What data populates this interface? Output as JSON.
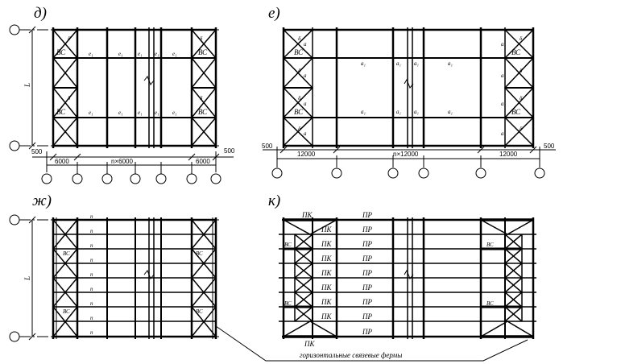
{
  "panels": {
    "d": {
      "letter": "д)",
      "span_label": "L",
      "brace_label": "ВС",
      "diag_label": "δ",
      "strut_label": "e₁",
      "dims": {
        "edge_left": "500",
        "edge_right": "500",
        "pitch_left": "6000",
        "pitch_mid": "n×6000",
        "pitch_right": "6000"
      }
    },
    "e": {
      "letter": "е)",
      "brace_label": "ВС",
      "diag_label": "δ",
      "side_label": "a",
      "strut_label": "a₁",
      "dims": {
        "edge_left": "500",
        "edge_right": "500",
        "pitch_left": "12000",
        "pitch_mid": "n×12000",
        "pitch_right": "12000"
      }
    },
    "zh": {
      "letter": "ж)",
      "span_label": "L",
      "row_label": "n",
      "brace_label": "ВС"
    },
    "k": {
      "letter": "к)",
      "pk_label": "ПК",
      "pr_label": "ПР",
      "brace_label": "ВС"
    }
  },
  "caption": "горизонтальные связевые фермы"
}
